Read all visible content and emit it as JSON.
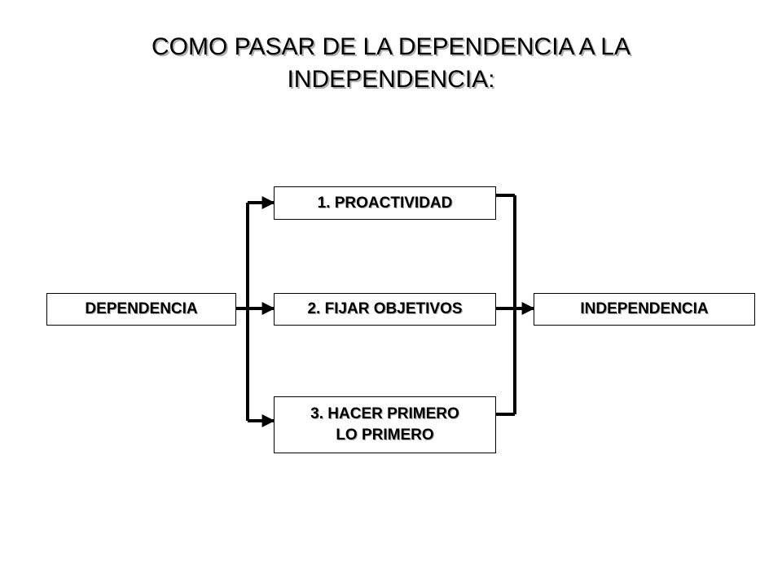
{
  "title": {
    "line1": "COMO PASAR DE LA DEPENDENCIA A LA",
    "line2": "INDEPENDENCIA:"
  },
  "diagram": {
    "source": "DEPENDENCIA",
    "target": "INDEPENDENCIA",
    "steps": [
      {
        "line1": "1. PROACTIVIDAD",
        "line2": ""
      },
      {
        "line1": "2. FIJAR OBJETIVOS",
        "line2": ""
      },
      {
        "line1": "3. HACER PRIMERO",
        "line2": "LO PRIMERO"
      }
    ]
  }
}
